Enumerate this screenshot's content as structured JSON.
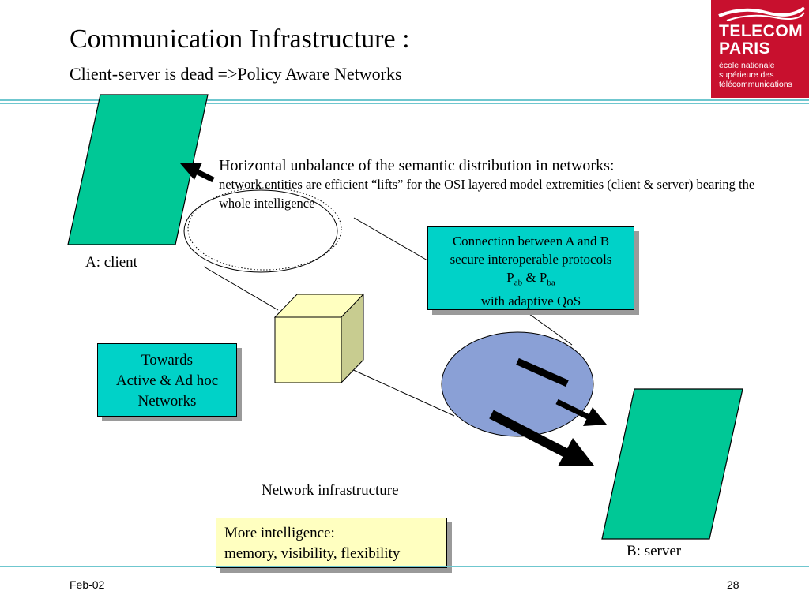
{
  "slide": {
    "title": "Communication Infrastructure :",
    "subtitle": "Client-server is dead =>Policy Aware Networks"
  },
  "logo": {
    "line1": "TELECOM",
    "line2": "PARIS",
    "sub1": "école nationale",
    "sub2": "supérieure des",
    "sub3": "télécommunications"
  },
  "diagram": {
    "client_label": "A: client",
    "server_label": "B: server",
    "network_label": "Network infrastructure",
    "horizontal_heading": "Horizontal unbalance of the semantic distribution in networks:",
    "horizontal_body": "network entities are efficient “lifts” for the OSI layered model extremities (client & server) bearing the whole intelligence",
    "connection_box": {
      "line1": "Connection between A and B",
      "line2": "secure interoperable protocols",
      "p_prefix": "P",
      "p_sub1": "ab",
      "p_amp": " & P",
      "p_sub2": "ba",
      "line4": "with adaptive QoS"
    },
    "towards_box": {
      "line1": "Towards",
      "line2": "Active & Ad hoc",
      "line3": "Networks"
    },
    "intel_box": {
      "line1": "More intelligence:",
      "line2": "memory, visibility, flexibility"
    }
  },
  "colors": {
    "teal": "#00d2c8",
    "green": "#00c896",
    "cube_face": "#ffffc0",
    "ellipse_blue": "#8aa0d6",
    "rule": "#6fc7cf",
    "logo_red": "#c8102e"
  },
  "footer": {
    "date": "Feb-02",
    "page": "28"
  }
}
